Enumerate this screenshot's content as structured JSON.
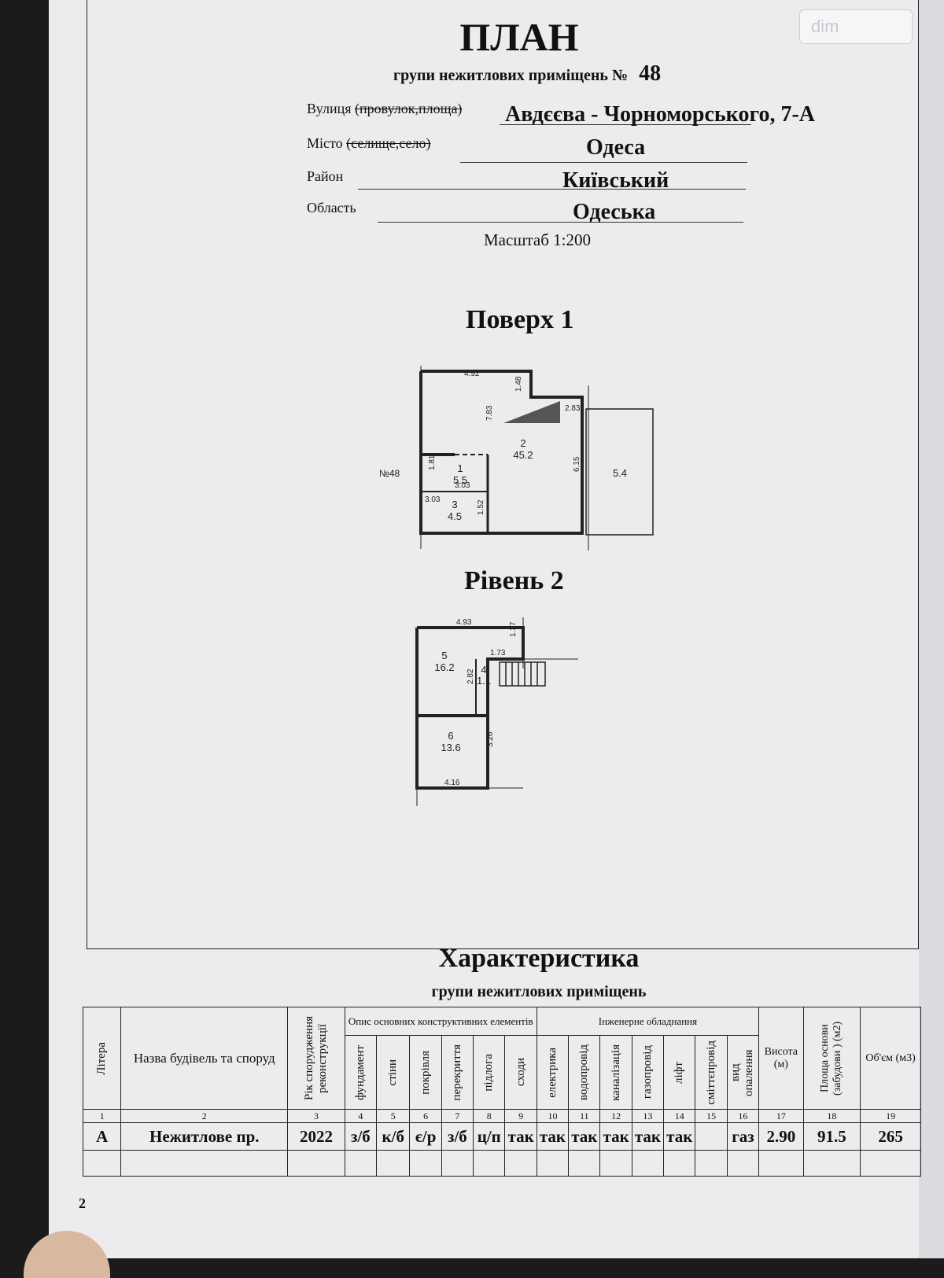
{
  "watermark": "dim",
  "plan": {
    "title": "ПЛАН",
    "subtitle": "групи нежитлових приміщень №",
    "number": "48"
  },
  "address": {
    "street_label": "Вулиця",
    "street_label_struck": "(провулок,площа)",
    "street_value": "Авдєєва - Чорноморського, 7-А",
    "city_label": "Місто",
    "city_label_struck": "(селище,село)",
    "city_value": "Одеса",
    "district_label": "Район",
    "district_value": "Київський",
    "region_label": "Область",
    "region_value": "Одеська"
  },
  "scale": "Масштаб 1:200",
  "floor1": {
    "title": "Поверх 1",
    "unit_label": "№48",
    "rooms": [
      {
        "num": "1",
        "area": "5.5"
      },
      {
        "num": "2",
        "area": "45.2"
      },
      {
        "num": "3",
        "area": "4.5"
      },
      {
        "num": "",
        "area": "5.4"
      }
    ],
    "dims": [
      "4.92",
      "1.48",
      "7.83",
      "2.83",
      "1.81",
      "3.03",
      "3.03",
      "1.52",
      "6.15"
    ]
  },
  "floor2": {
    "title": "Рівень 2",
    "rooms": [
      {
        "num": "5",
        "area": "16.2"
      },
      {
        "num": "4",
        "area": "1.1"
      },
      {
        "num": "6",
        "area": "13.6"
      }
    ],
    "dims": [
      "4.93",
      "1.37",
      "1.73",
      "2.82",
      "3.26",
      "4.16"
    ]
  },
  "characteristics": {
    "title": "Характеристика",
    "subtitle": "групи нежитлових приміщень",
    "headers": {
      "litera": "Літера",
      "name": "Назва будівель та споруд",
      "year": "Рік спорудження реконструкції",
      "construct_group": "Опис основних конструктивних елементів",
      "construct": [
        "фундамент",
        "стіни",
        "покрівля",
        "перекриття",
        "підлога",
        "сходи"
      ],
      "engineering_group": "Інженерне обладнання",
      "engineering": [
        "електрика",
        "водопровід",
        "каналізація",
        "газопровід",
        "ліфт",
        "сміттєпровід",
        "вид опалення"
      ],
      "height": "Висота (м)",
      "area": "Площа основи (забудови ) (м2)",
      "volume": "Об'єм (м3)"
    },
    "col_numbers": [
      "1",
      "2",
      "3",
      "4",
      "5",
      "6",
      "7",
      "8",
      "9",
      "10",
      "11",
      "12",
      "13",
      "14",
      "15",
      "16",
      "17",
      "18",
      "19"
    ],
    "row": [
      "А",
      "Нежитлове пр.",
      "2022",
      "з/б",
      "к/б",
      "є/р",
      "з/б",
      "ц/п",
      "так",
      "так",
      "так",
      "так",
      "так",
      "так",
      "",
      "газ",
      "2.90",
      "91.5",
      "265"
    ]
  },
  "page_number": "2"
}
